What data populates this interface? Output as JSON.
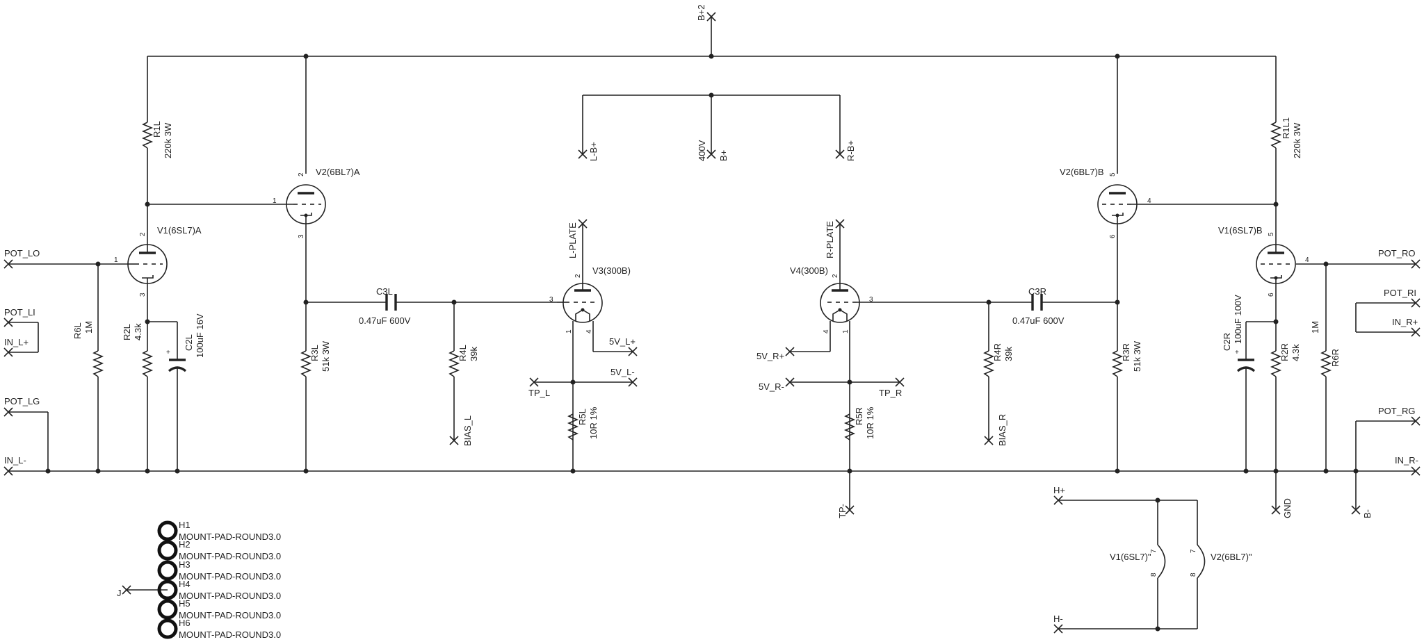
{
  "nets": {
    "bplus2": "B+2",
    "lbplus": "L-B+",
    "bplus": "B+",
    "v400": "400V",
    "rbplus": "R-B+",
    "pot_lo": "POT_LO",
    "pot_li": "POT_LI",
    "in_lplus": "IN_L+",
    "pot_lg": "POT_LG",
    "in_lminus": "IN_L-",
    "pot_ro": "POT_RO",
    "pot_ri": "POT_RI",
    "in_rplus": "IN_R+",
    "pot_rg": "POT_RG",
    "in_rminus": "IN_R-",
    "lplate": "L-PLATE",
    "rplate": "R-PLATE",
    "v5_lplus": "5V_L+",
    "v5_lminus": "5V_L-",
    "tp_l": "TP_L",
    "bias_l": "BIAS_L",
    "v5_rplus": "5V_R+",
    "v5_rminus": "5V_R-",
    "tp_r": "TP_R",
    "bias_r": "BIAS_R",
    "tpminus": "TP-",
    "gnd": "GND",
    "bminus": "B-",
    "hplus": "H+",
    "hminus": "H-",
    "j": "J"
  },
  "components": {
    "r1l": {
      "ref": "R1L",
      "value": "220k 3W"
    },
    "r1l1": {
      "ref": "R1L1",
      "value": "220k 3W"
    },
    "r2l": {
      "ref": "R2L",
      "value": "4.3k"
    },
    "r2r": {
      "ref": "R2R",
      "value": "4.3k"
    },
    "r3l": {
      "ref": "R3L",
      "value": "51k 3W"
    },
    "r3r": {
      "ref": "R3R",
      "value": "51k 3W"
    },
    "r4l": {
      "ref": "R4L",
      "value": "39k"
    },
    "r4r": {
      "ref": "R4R",
      "value": "39k"
    },
    "r5l": {
      "ref": "R5L",
      "value": "10R 1%"
    },
    "r5r": {
      "ref": "R5R",
      "value": "10R 1%"
    },
    "r6l": {
      "ref": "R6L",
      "value": "1M"
    },
    "r6r": {
      "ref": "R6R",
      "value": "1M"
    },
    "c2l": {
      "ref": "C2L",
      "value": "100uF 16V"
    },
    "c2r": {
      "ref": "C2R",
      "value": "100uF 100V"
    },
    "c3l": {
      "ref": "C3L",
      "value": "0.47uF 600V"
    },
    "c3r": {
      "ref": "C3R",
      "value": "0.47uF 600V"
    },
    "v1a": {
      "ref": "V1(6SL7)A"
    },
    "v1b": {
      "ref": "V1(6SL7)B"
    },
    "v2a": {
      "ref": "V2(6BL7)A"
    },
    "v2b": {
      "ref": "V2(6BL7)B"
    },
    "v3": {
      "ref": "V3(300B)"
    },
    "v4": {
      "ref": "V4(300B)"
    },
    "v1h": {
      "ref": "V1(6SL7)\""
    },
    "v2h": {
      "ref": "V2(6BL7)\""
    }
  },
  "pins": {
    "v1a": [
      "1",
      "2",
      "3"
    ],
    "v2a": [
      "1",
      "2",
      "3"
    ],
    "v3": [
      "1",
      "2",
      "3",
      "4"
    ],
    "v4": [
      "1",
      "2",
      "3",
      "4"
    ],
    "v2b": [
      "4",
      "5",
      "6"
    ],
    "v1b": [
      "4",
      "5",
      "6"
    ],
    "heater": [
      "7",
      "8"
    ]
  },
  "mount_pads": [
    {
      "ref": "H1",
      "value": "MOUNT-PAD-ROUND3.0"
    },
    {
      "ref": "H2",
      "value": "MOUNT-PAD-ROUND3.0"
    },
    {
      "ref": "H3",
      "value": "MOUNT-PAD-ROUND3.0"
    },
    {
      "ref": "H4",
      "value": "MOUNT-PAD-ROUND3.0"
    },
    {
      "ref": "H5",
      "value": "MOUNT-PAD-ROUND3.0"
    },
    {
      "ref": "H6",
      "value": "MOUNT-PAD-ROUND3.0"
    }
  ],
  "cap_polarity": "+"
}
